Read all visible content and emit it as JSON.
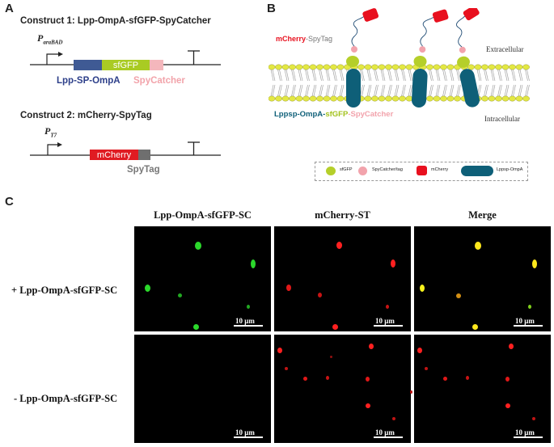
{
  "panelA": {
    "letter": "A",
    "construct1": {
      "title": "Construct 1: Lpp-OmpA-sfGFP-SpyCatcher",
      "promoter_main": "P",
      "promoter_sub": "araBAD",
      "sfgfp_label": "sfGFP",
      "lpp_label": "Lpp-SP-OmpA",
      "spycatcher_label": "SpyCatcher"
    },
    "construct2": {
      "title": "Construct 2: mCherry-SpyTag",
      "promoter_main": "P",
      "promoter_sub": "T7",
      "mcherry_label": "mCherry",
      "spytag_label": "SpyTag"
    }
  },
  "panelB": {
    "letter": "B",
    "mcherry_part": "mCherry",
    "spytag_part": "-SpyTag",
    "extracellular": "Extracellular",
    "intracellular": "Intracellular",
    "lpp_part": "Lppsp-OmpA-",
    "sfgfp_part": "sfGFP",
    "spycatcher_part": "-SpyCatcher",
    "legend": {
      "sfgfp": "sfGFP",
      "spycatcher_tag": "SpyCatcher/tag",
      "mcherry": "mCherry",
      "lppsp_ompa": "Lppsp-OmpA"
    },
    "colors": {
      "sfgfp": "#b5cf2a",
      "mcherry": "#e8101e",
      "ompa": "#0e5f78",
      "lipid_head": "#e3e842",
      "spycatcher": "#f2a3ac"
    }
  },
  "panelC": {
    "letter": "C",
    "columns": [
      "Lpp-OmpA-sfGFP-SC",
      "mCherry-ST",
      "Merge"
    ],
    "rows": [
      "+ Lpp-OmpA-sfGFP-SC",
      "- Lpp-OmpA-sfGFP-SC"
    ],
    "scalebar": "10 μm"
  }
}
